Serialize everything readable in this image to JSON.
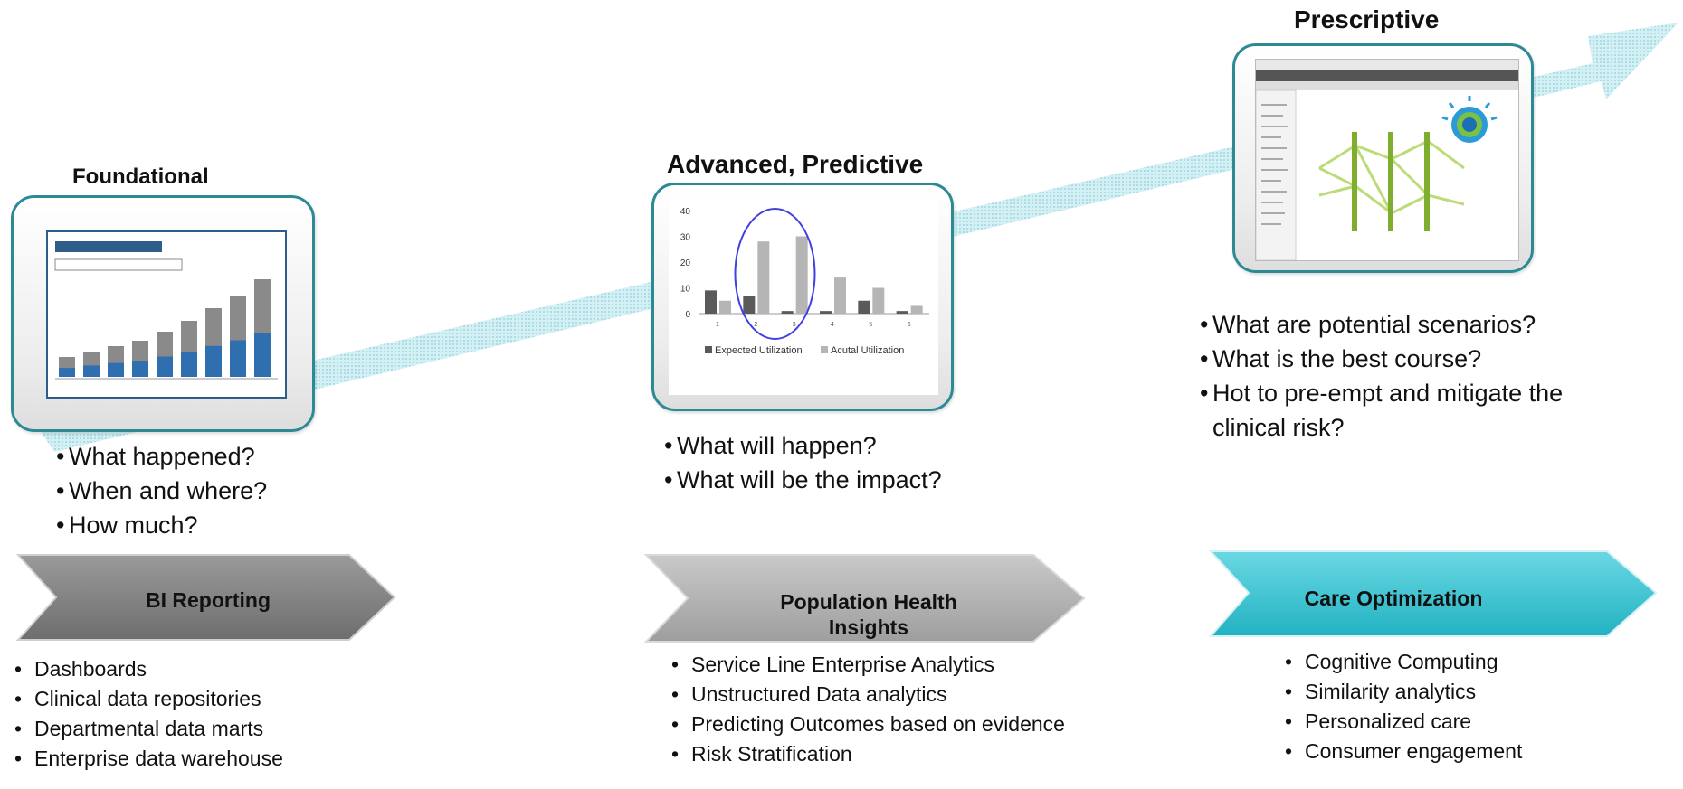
{
  "stages": [
    {
      "title": "Foundational",
      "questions": [
        "What happened?",
        "When and where?",
        "How much?"
      ],
      "chevron_label": "BI Reporting",
      "capabilities": [
        "Dashboards",
        "Clinical data repositories",
        "Departmental data marts",
        "Enterprise data warehouse"
      ]
    },
    {
      "title": "Advanced, Predictive",
      "questions": [
        "What will happen?",
        "What will be the impact?"
      ],
      "chevron_label": "Population Health Insights",
      "capabilities": [
        "Service Line Enterprise Analytics",
        "Unstructured Data analytics",
        "Predicting Outcomes based on evidence",
        "Risk Stratification"
      ]
    },
    {
      "title": "Prescriptive",
      "questions": [
        "What are potential scenarios?",
        "What is the best course?",
        "Hot to pre-empt and mitigate the clinical risk?"
      ],
      "chevron_label": "Care Optimization",
      "capabilities": [
        "Cognitive Computing",
        "Similarity analytics",
        "Personalized care",
        "Consumer engagement"
      ]
    }
  ],
  "colors": {
    "card_border": "#2b8a95",
    "arrow": "#bfe6ec",
    "chevron_gray_dark": "#7e7e7e",
    "chevron_gray_light": "#b3b3b3",
    "chevron_teal": "#3cc3d1"
  },
  "chart_data": {
    "type": "bar",
    "categories": [
      "1",
      "2",
      "3",
      "4",
      "5",
      "6"
    ],
    "series": [
      {
        "name": "Expected Utilization",
        "values": [
          9,
          7,
          1,
          1,
          5,
          1
        ]
      },
      {
        "name": "Acutal Utilization",
        "values": [
          5,
          28,
          30,
          14,
          10,
          3
        ]
      }
    ],
    "yticks": [
      "0",
      "10",
      "20",
      "30",
      "40"
    ],
    "ylim": [
      0,
      40
    ],
    "legend": "bottom",
    "annotation": "circle around categories 2-3"
  }
}
